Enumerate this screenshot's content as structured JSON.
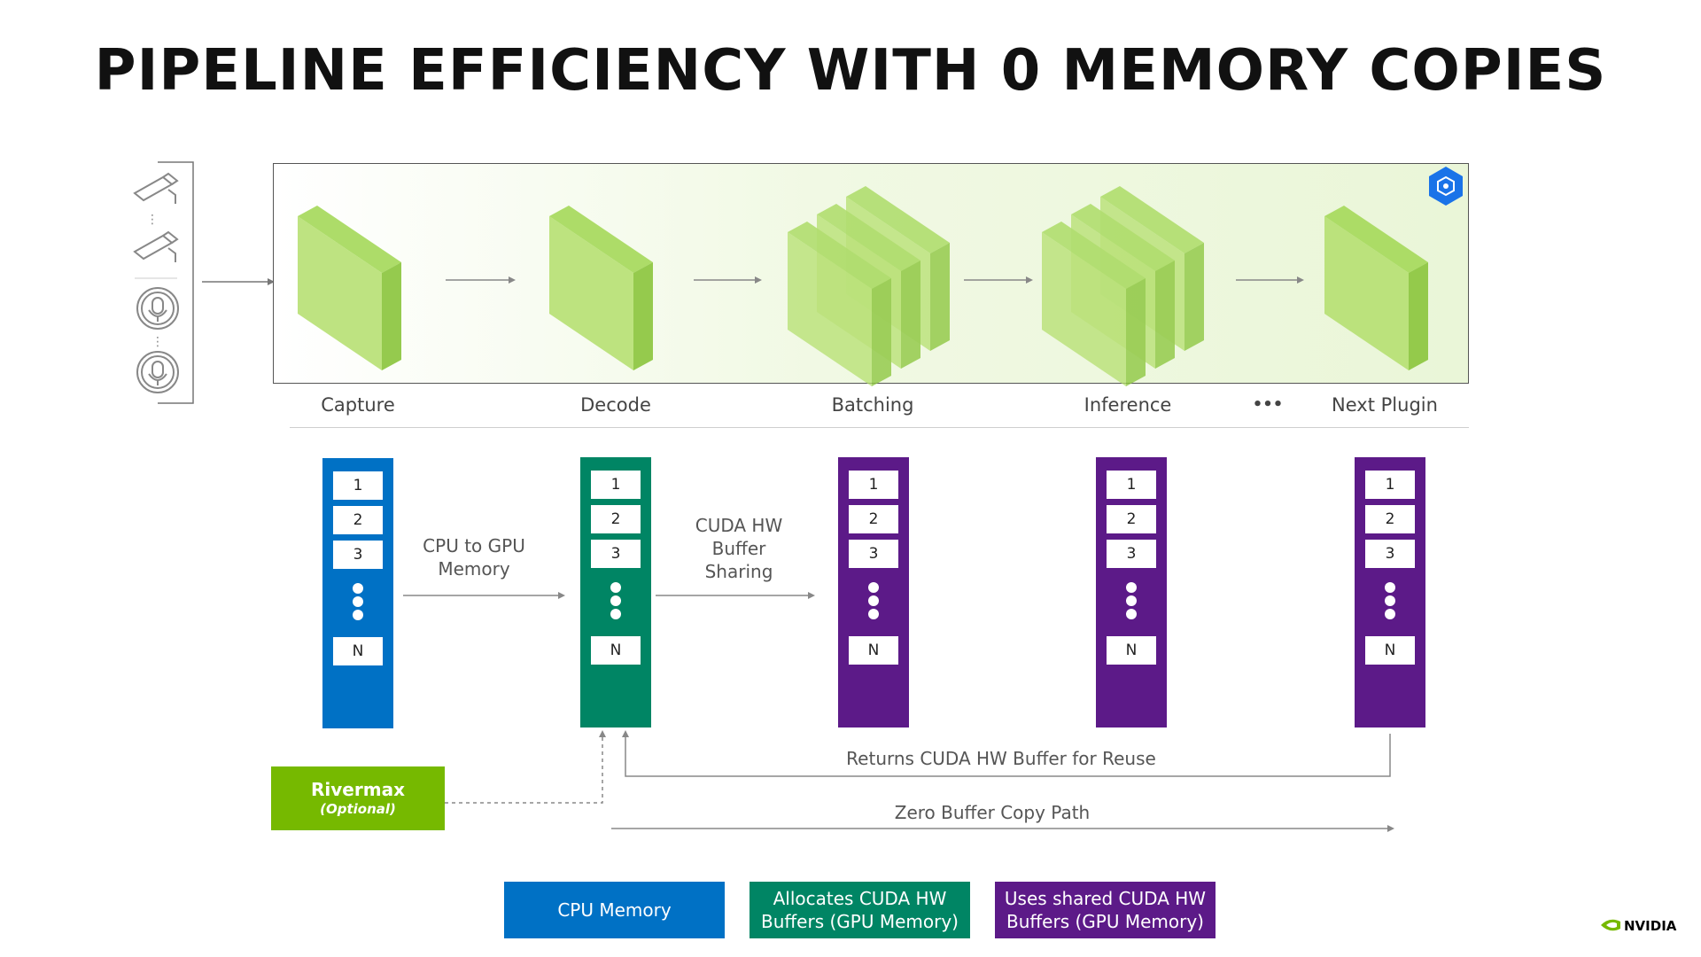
{
  "title": "PIPELINE EFFICIENCY WITH 0 MEMORY COPIES",
  "stages": [
    {
      "label": "Capture"
    },
    {
      "label": "Decode"
    },
    {
      "label": "Batching"
    },
    {
      "label": "Inference"
    },
    {
      "label": "Next Plugin"
    }
  ],
  "stage_ellipsis": "•••",
  "sources": {
    "icons": [
      "camera-icon",
      "camera-icon",
      "microphone-icon",
      "microphone-icon"
    ]
  },
  "memory_slots": [
    "1",
    "2",
    "3",
    "N"
  ],
  "arrows": {
    "cpu_to_gpu": [
      "CPU to GPU",
      "Memory"
    ],
    "cuda_sharing": [
      "CUDA HW",
      "Buffer",
      "Sharing"
    ],
    "returns": "Returns CUDA HW Buffer for Reuse",
    "zero_copy": "Zero Buffer Copy Path"
  },
  "rivermax": {
    "label": "Rivermax",
    "sublabel": "(Optional)"
  },
  "legend": [
    {
      "lines": [
        "CPU Memory"
      ],
      "color": "#0071c5"
    },
    {
      "lines": [
        "Allocates CUDA HW",
        "Buffers (GPU Memory)"
      ],
      "color": "#008564"
    },
    {
      "lines": [
        "Uses shared CUDA HW",
        "Buffers (GPU Memory)"
      ],
      "color": "#5c1a88"
    }
  ],
  "colors": {
    "cpu": "#0071c5",
    "alloc": "#008564",
    "shared": "#5c1a88",
    "green": "#76b900",
    "hex_badge": "#1a73e8"
  },
  "logo": {
    "text": "NVIDIA"
  }
}
